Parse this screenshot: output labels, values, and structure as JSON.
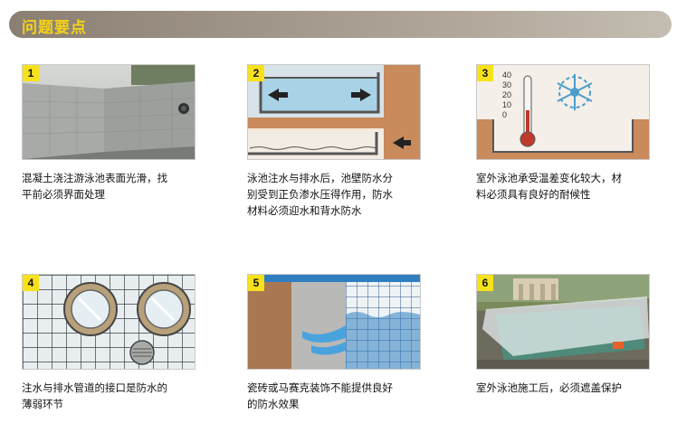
{
  "header": {
    "title": "问题要点"
  },
  "cards": [
    {
      "number": "1",
      "caption_lines": [
        "混凝土浇注游泳池表面光滑，找",
        "平前必须界面处理"
      ],
      "icon": "concrete-pool-photo"
    },
    {
      "number": "2",
      "caption_lines": [
        "泳池注水与排水后，池壁防水分",
        "别受到正负渗水压得作用，防水",
        "材料必须迎水和背水防水"
      ],
      "icon": "water-pressure-diagram"
    },
    {
      "number": "3",
      "caption_lines": [
        "室外泳池承受温差变化较大，材",
        "料必须具有良好的耐候性"
      ],
      "icon": "thermometer-snowflake-diagram",
      "thermometer_labels": [
        "40",
        "30",
        "20",
        "10",
        "0"
      ]
    },
    {
      "number": "4",
      "caption_lines": [
        "注水与排水管道的接口是防水的",
        "薄弱环节"
      ],
      "icon": "pool-inlet-tiles-illustration"
    },
    {
      "number": "5",
      "caption_lines": [
        "瓷砖或马赛克装饰不能提供良好",
        "的防水效果"
      ],
      "icon": "tile-leak-illustration"
    },
    {
      "number": "6",
      "caption_lines": [
        "室外泳池施工后，必须遮盖保护"
      ],
      "icon": "covered-pool-photo"
    }
  ]
}
